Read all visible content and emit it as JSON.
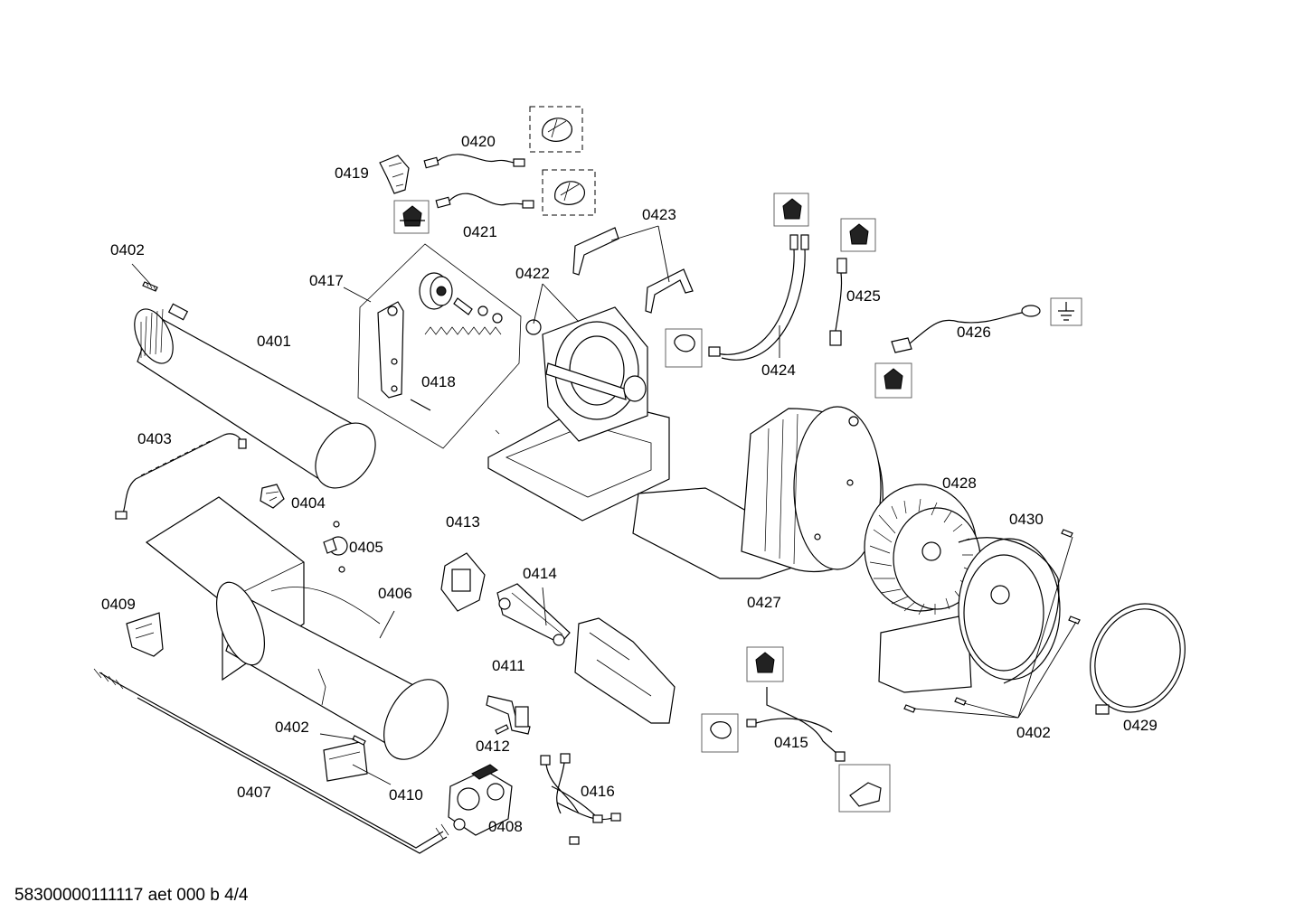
{
  "labels": {
    "p0401": "0401",
    "p0402a": "0402",
    "p0402b": "0402",
    "p0402c": "0402",
    "p0403": "0403",
    "p0404": "0404",
    "p0405": "0405",
    "p0406": "0406",
    "p0407": "0407",
    "p0408": "0408",
    "p0409": "0409",
    "p0410": "0410",
    "p0411": "0411",
    "p0412": "0412",
    "p0413": "0413",
    "p0414": "0414",
    "p0415": "0415",
    "p0416": "0416",
    "p0417": "0417",
    "p0418": "0418",
    "p0419": "0419",
    "p0420": "0420",
    "p0421": "0421",
    "p0422": "0422",
    "p0423": "0423",
    "p0424": "0424",
    "p0425": "0425",
    "p0426": "0426",
    "p0427": "0427",
    "p0428": "0428",
    "p0429": "0429",
    "p0430": "0430"
  },
  "footer": {
    "doc_id": "58300000111117 aet 000 b 4/4"
  },
  "icons": {
    "ground": "ground-symbol-icon",
    "connector": "connector-icon"
  }
}
